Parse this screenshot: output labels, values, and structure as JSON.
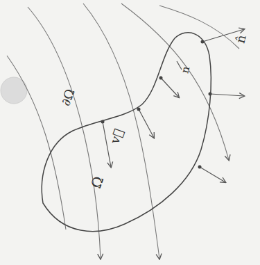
{
  "diagram": {
    "labels": [
      "n̂",
      "n",
      "∂Ω",
      "v⃗",
      "Ω"
    ]
  }
}
